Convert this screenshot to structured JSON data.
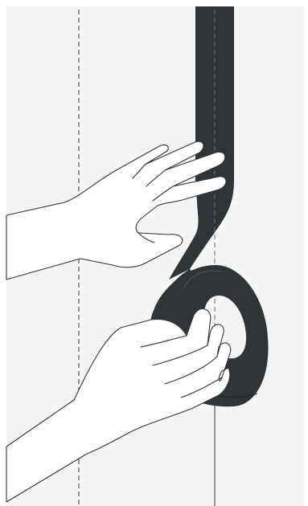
{
  "colors": {
    "background": "#f5f5f5",
    "panel": "#f5f5f5",
    "strap": "#2f3437",
    "outline": "#2f3437",
    "hand": "#ffffff"
  },
  "figure": {
    "subject": "hands-tying-strap-loop",
    "elements": [
      "strap",
      "loop-knot",
      "upper-hand",
      "lower-hand",
      "dashed-guide-line",
      "solid-guide-line"
    ]
  }
}
